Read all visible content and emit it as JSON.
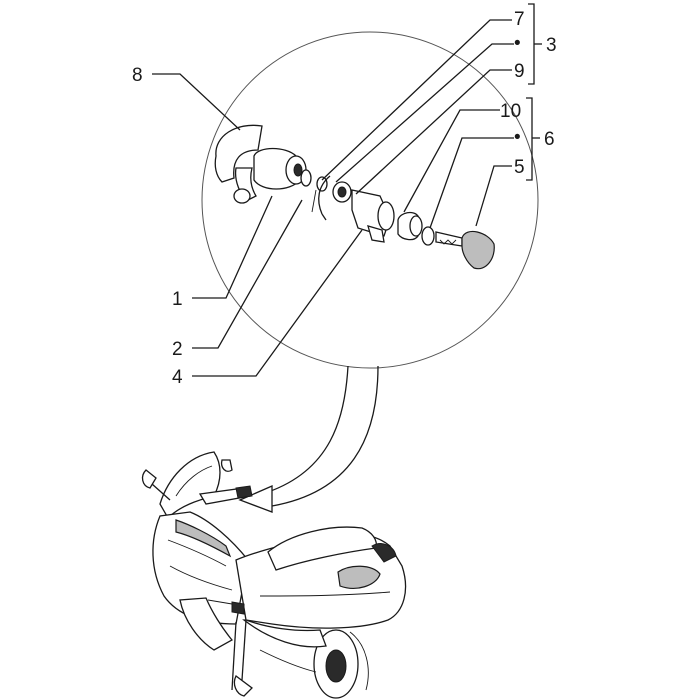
{
  "callouts": {
    "c1": "1",
    "c2": "2",
    "c3": "3",
    "c4": "4",
    "c5": "5",
    "c6": "6",
    "c7": "7",
    "c8": "8",
    "c9": "9",
    "c10": "10"
  },
  "markers": {
    "group3": "•",
    "group6": "•"
  }
}
